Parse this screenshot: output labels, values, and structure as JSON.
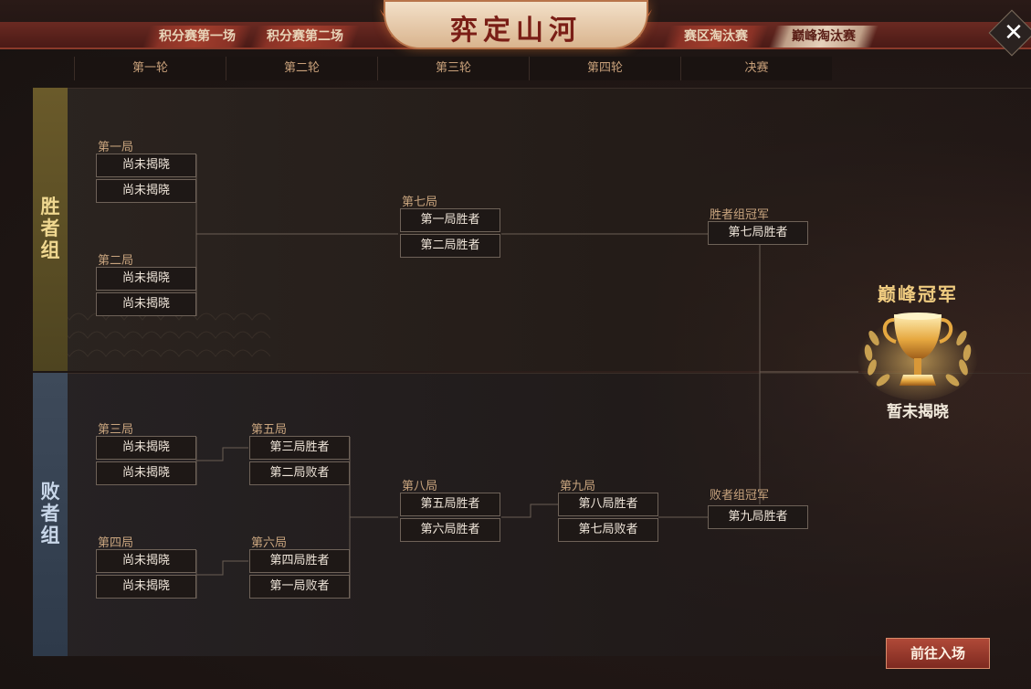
{
  "header": {
    "title": "弈定山河",
    "tabs": [
      {
        "label": "积分赛第一场",
        "active": false
      },
      {
        "label": "积分赛第二场",
        "active": false
      },
      {
        "label": "赛区淘汰赛",
        "active": false
      },
      {
        "label": "巅峰淘汰赛",
        "active": true
      }
    ]
  },
  "rounds": [
    "第一轮",
    "第二轮",
    "第三轮",
    "第四轮",
    "决赛"
  ],
  "groups": {
    "winners": "胜者组",
    "losers": "败者组"
  },
  "matches": {
    "m1": {
      "label": "第一局",
      "slots": [
        "尚未揭晓",
        "尚未揭晓"
      ]
    },
    "m2": {
      "label": "第二局",
      "slots": [
        "尚未揭晓",
        "尚未揭晓"
      ]
    },
    "m3": {
      "label": "第三局",
      "slots": [
        "尚未揭晓",
        "尚未揭晓"
      ]
    },
    "m4": {
      "label": "第四局",
      "slots": [
        "尚未揭晓",
        "尚未揭晓"
      ]
    },
    "m5": {
      "label": "第五局",
      "slots": [
        "第三局胜者",
        "第二局败者"
      ]
    },
    "m6": {
      "label": "第六局",
      "slots": [
        "第四局胜者",
        "第一局败者"
      ]
    },
    "m7": {
      "label": "第七局",
      "slots": [
        "第一局胜者",
        "第二局胜者"
      ]
    },
    "m8": {
      "label": "第八局",
      "slots": [
        "第五局胜者",
        "第六局胜者"
      ]
    },
    "m9": {
      "label": "第九局",
      "slots": [
        "第八局胜者",
        "第七局败者"
      ]
    },
    "wchamp": {
      "label": "胜者组冠军",
      "slot": "第七局胜者"
    },
    "lchamp": {
      "label": "败者组冠军",
      "slot": "第九局胜者"
    }
  },
  "champion": {
    "title": "巅峰冠军",
    "status": "暂未揭晓"
  },
  "enter_button": "前往入场",
  "colors": {
    "accent_red": "#a13d2c",
    "gold": "#f0cc80",
    "winners_bar": "#6a5a2a",
    "losers_bar": "#3e4a5a"
  }
}
